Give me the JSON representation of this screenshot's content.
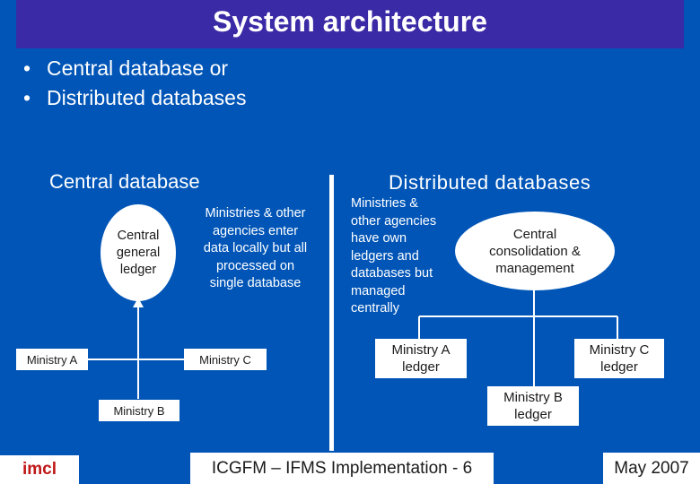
{
  "title": "System architecture",
  "bullets": [
    "Central database or",
    "Distributed databases"
  ],
  "bullet_symbol": "•",
  "central": {
    "heading": "Central database",
    "ledger_lines": [
      "Central",
      "general",
      "ledger"
    ],
    "note_lines": [
      "Ministries & other",
      "agencies enter",
      "data locally but all",
      "processed on",
      "single  database"
    ],
    "ministry_a": "Ministry A",
    "ministry_b": "Ministry B",
    "ministry_c": "Ministry C"
  },
  "distributed": {
    "heading": "Distributed databases",
    "note_lines": [
      "Ministries &",
      "other agencies",
      "have own",
      "ledgers and",
      "databases but",
      "managed",
      "centrally"
    ],
    "hub_lines": [
      "Central",
      "consolidation &",
      "management"
    ],
    "ministry_a_lines": [
      "Ministry A",
      "ledger"
    ],
    "ministry_b_lines": [
      "Ministry B",
      "ledger"
    ],
    "ministry_c_lines": [
      "Ministry C",
      "ledger"
    ]
  },
  "footer": {
    "org": "imcl",
    "center": "ICGFM – IFMS Implementation - 6",
    "date": "May 2007"
  },
  "colors": {
    "background": "#0055b7",
    "title_bar": "#3a2aa6",
    "org_text": "#c01818"
  }
}
